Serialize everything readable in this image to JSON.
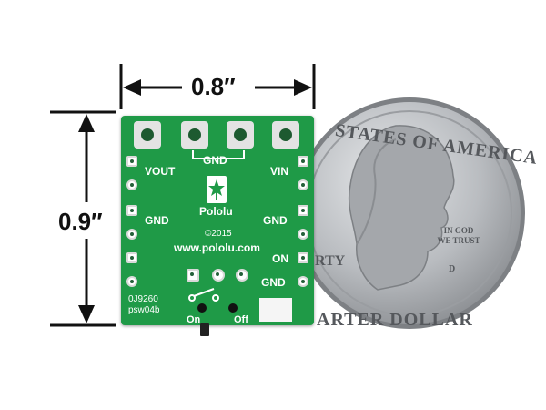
{
  "dimensions": {
    "width": "0.8″",
    "height": "0.9″"
  },
  "board": {
    "labels": {
      "vout": "VOUT",
      "vin": "VIN",
      "gnd_top": "GND",
      "gnd_left": "GND",
      "gnd_right": "GND",
      "on": "ON",
      "gnd_lower": "GND",
      "brand": "Pololu",
      "copyright": "©2015",
      "url": "www.pololu.com",
      "part_number": "0J9260",
      "revision": "psw04b",
      "on_switch": "On",
      "off_switch": "Off"
    },
    "color": "#1f9a47"
  },
  "coin": {
    "top_text": "STATES OF AMERICA",
    "motto": "IN GOD WE TRUST",
    "liberty": "RTY",
    "bottom_text": "ARTER DOLLAR",
    "mint": "D",
    "color": "#b9bcc0"
  }
}
